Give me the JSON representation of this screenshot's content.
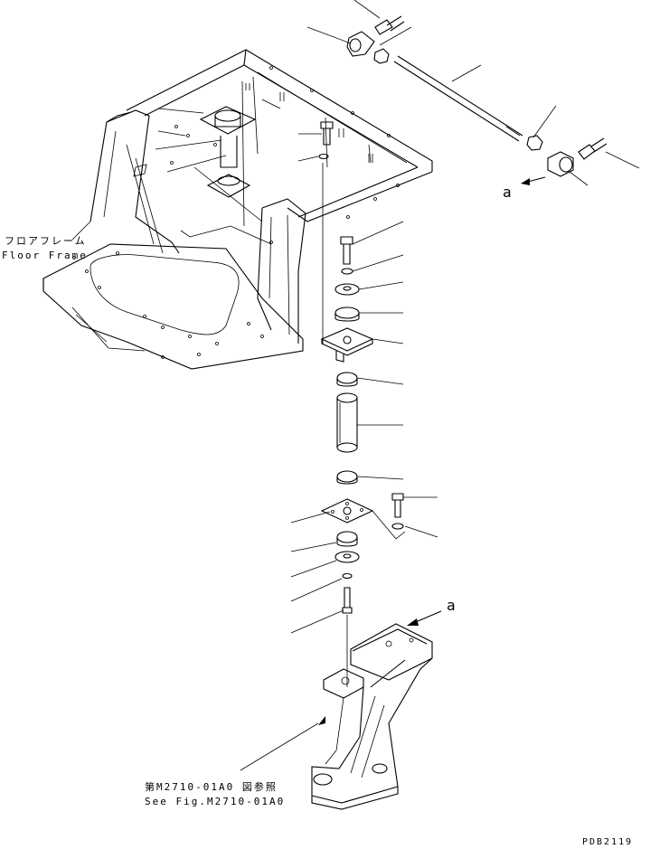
{
  "labels": {
    "floor_frame_jp": "フロアフレーム",
    "floor_frame_en": "Floor Frame",
    "view_a_top": "a",
    "view_a_bottom": "a",
    "ref_jp": "第M2710-01A0 図参照",
    "ref_en": "See Fig.M2710-01A0",
    "drawing_no": "PDB2119"
  }
}
